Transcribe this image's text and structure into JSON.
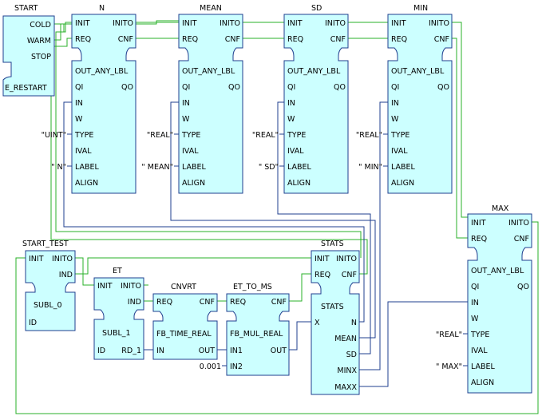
{
  "blocks": {
    "start": {
      "title": "START",
      "outputs": [
        "COLD",
        "WARM",
        "STOP"
      ],
      "bottom": "E_RESTART"
    },
    "n": {
      "title": "N",
      "events": [
        "INIT",
        "INITO",
        "REQ",
        "CNF"
      ],
      "vars": [
        "OUT_ANY_LBL",
        "QI",
        "QO",
        "IN",
        "W",
        "TYPE",
        "IVAL",
        "LABEL",
        "ALIGN"
      ],
      "type_value": "\"UINT\"",
      "label_value": "\"   N\""
    },
    "mean": {
      "title": "MEAN",
      "events": [
        "INIT",
        "INITO",
        "REQ",
        "CNF"
      ],
      "vars": [
        "OUT_ANY_LBL",
        "QI",
        "QO",
        "IN",
        "W",
        "TYPE",
        "IVAL",
        "LABEL",
        "ALIGN"
      ],
      "type_value": "\"REAL\"",
      "label_value": "\" MEAN\""
    },
    "sd": {
      "title": "SD",
      "events": [
        "INIT",
        "INITO",
        "REQ",
        "CNF"
      ],
      "vars": [
        "OUT_ANY_LBL",
        "QI",
        "QO",
        "IN",
        "W",
        "TYPE",
        "IVAL",
        "LABEL",
        "ALIGN"
      ],
      "type_value": "\"REAL\"",
      "label_value": "\"   SD\""
    },
    "min": {
      "title": "MIN",
      "events": [
        "INIT",
        "INITO",
        "REQ",
        "CNF"
      ],
      "vars": [
        "OUT_ANY_LBL",
        "QI",
        "QO",
        "IN",
        "W",
        "TYPE",
        "IVAL",
        "LABEL",
        "ALIGN"
      ],
      "type_value": "\"REAL\"",
      "label_value": "\"  MIN\""
    },
    "max": {
      "title": "MAX",
      "events": [
        "INIT",
        "INITO",
        "REQ",
        "CNF"
      ],
      "vars": [
        "OUT_ANY_LBL",
        "QI",
        "QO",
        "IN",
        "W",
        "TYPE",
        "IVAL",
        "LABEL",
        "ALIGN"
      ],
      "type_value": "\"REAL\"",
      "label_value": "\"  MAX\""
    },
    "start_test": {
      "title": "START_TEST",
      "events": [
        "INIT",
        "INITO",
        "IND"
      ],
      "type_name": "SUBL_0",
      "vars": [
        "ID"
      ]
    },
    "et": {
      "title": "ET",
      "events": [
        "INIT",
        "INITO",
        "IND"
      ],
      "type_name": "SUBL_1",
      "vars": [
        "ID",
        "RD_1"
      ]
    },
    "cnvrt": {
      "title": "CNVRT",
      "events": [
        "REQ",
        "CNF"
      ],
      "type_name": "FB_TIME_REAL",
      "vars": [
        "IN",
        "OUT"
      ]
    },
    "et_to_ms": {
      "title": "ET_TO_MS",
      "events": [
        "REQ",
        "CNF"
      ],
      "type_name": "FB_MUL_REAL",
      "vars": [
        "IN1",
        "OUT",
        "IN2"
      ],
      "in2_value": "0.001"
    },
    "stats": {
      "title": "STATS",
      "events": [
        "INIT",
        "INITO",
        "REQ",
        "CNF"
      ],
      "type_name": "STATS",
      "vars": [
        "X",
        "N",
        "MEAN",
        "SD",
        "MINX",
        "MAXX"
      ]
    }
  }
}
